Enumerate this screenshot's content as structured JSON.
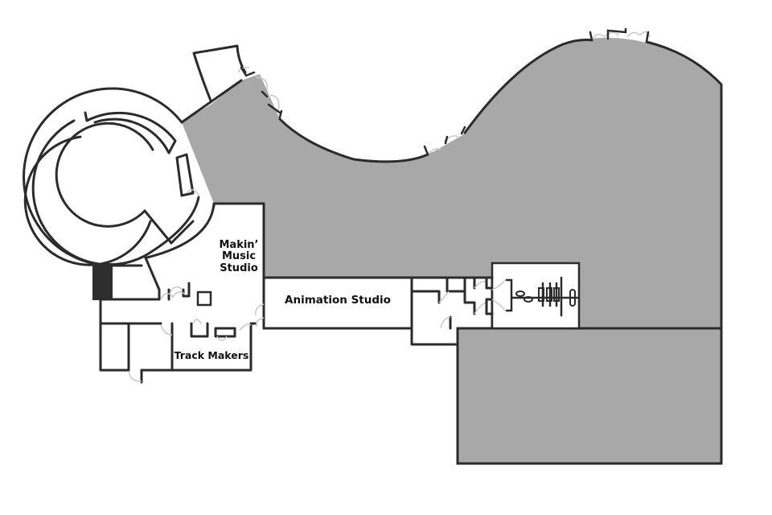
{
  "map": {
    "title": "Floor plan",
    "rooms": [
      {
        "id": "makin-music-studio",
        "label_lines": [
          "Makin’",
          "Music",
          "Studio"
        ]
      },
      {
        "id": "animation-studio",
        "label": "Animation Studio"
      },
      {
        "id": "track-makers",
        "label": "Track Makers"
      }
    ],
    "colors": {
      "wall": "#2b2b2b",
      "shaded_area": "#a8a8a8",
      "room_fill": "#ffffff",
      "door_swing": "#c8c8c8",
      "dark_block": "#2e2e2e",
      "text": "#111111"
    }
  }
}
